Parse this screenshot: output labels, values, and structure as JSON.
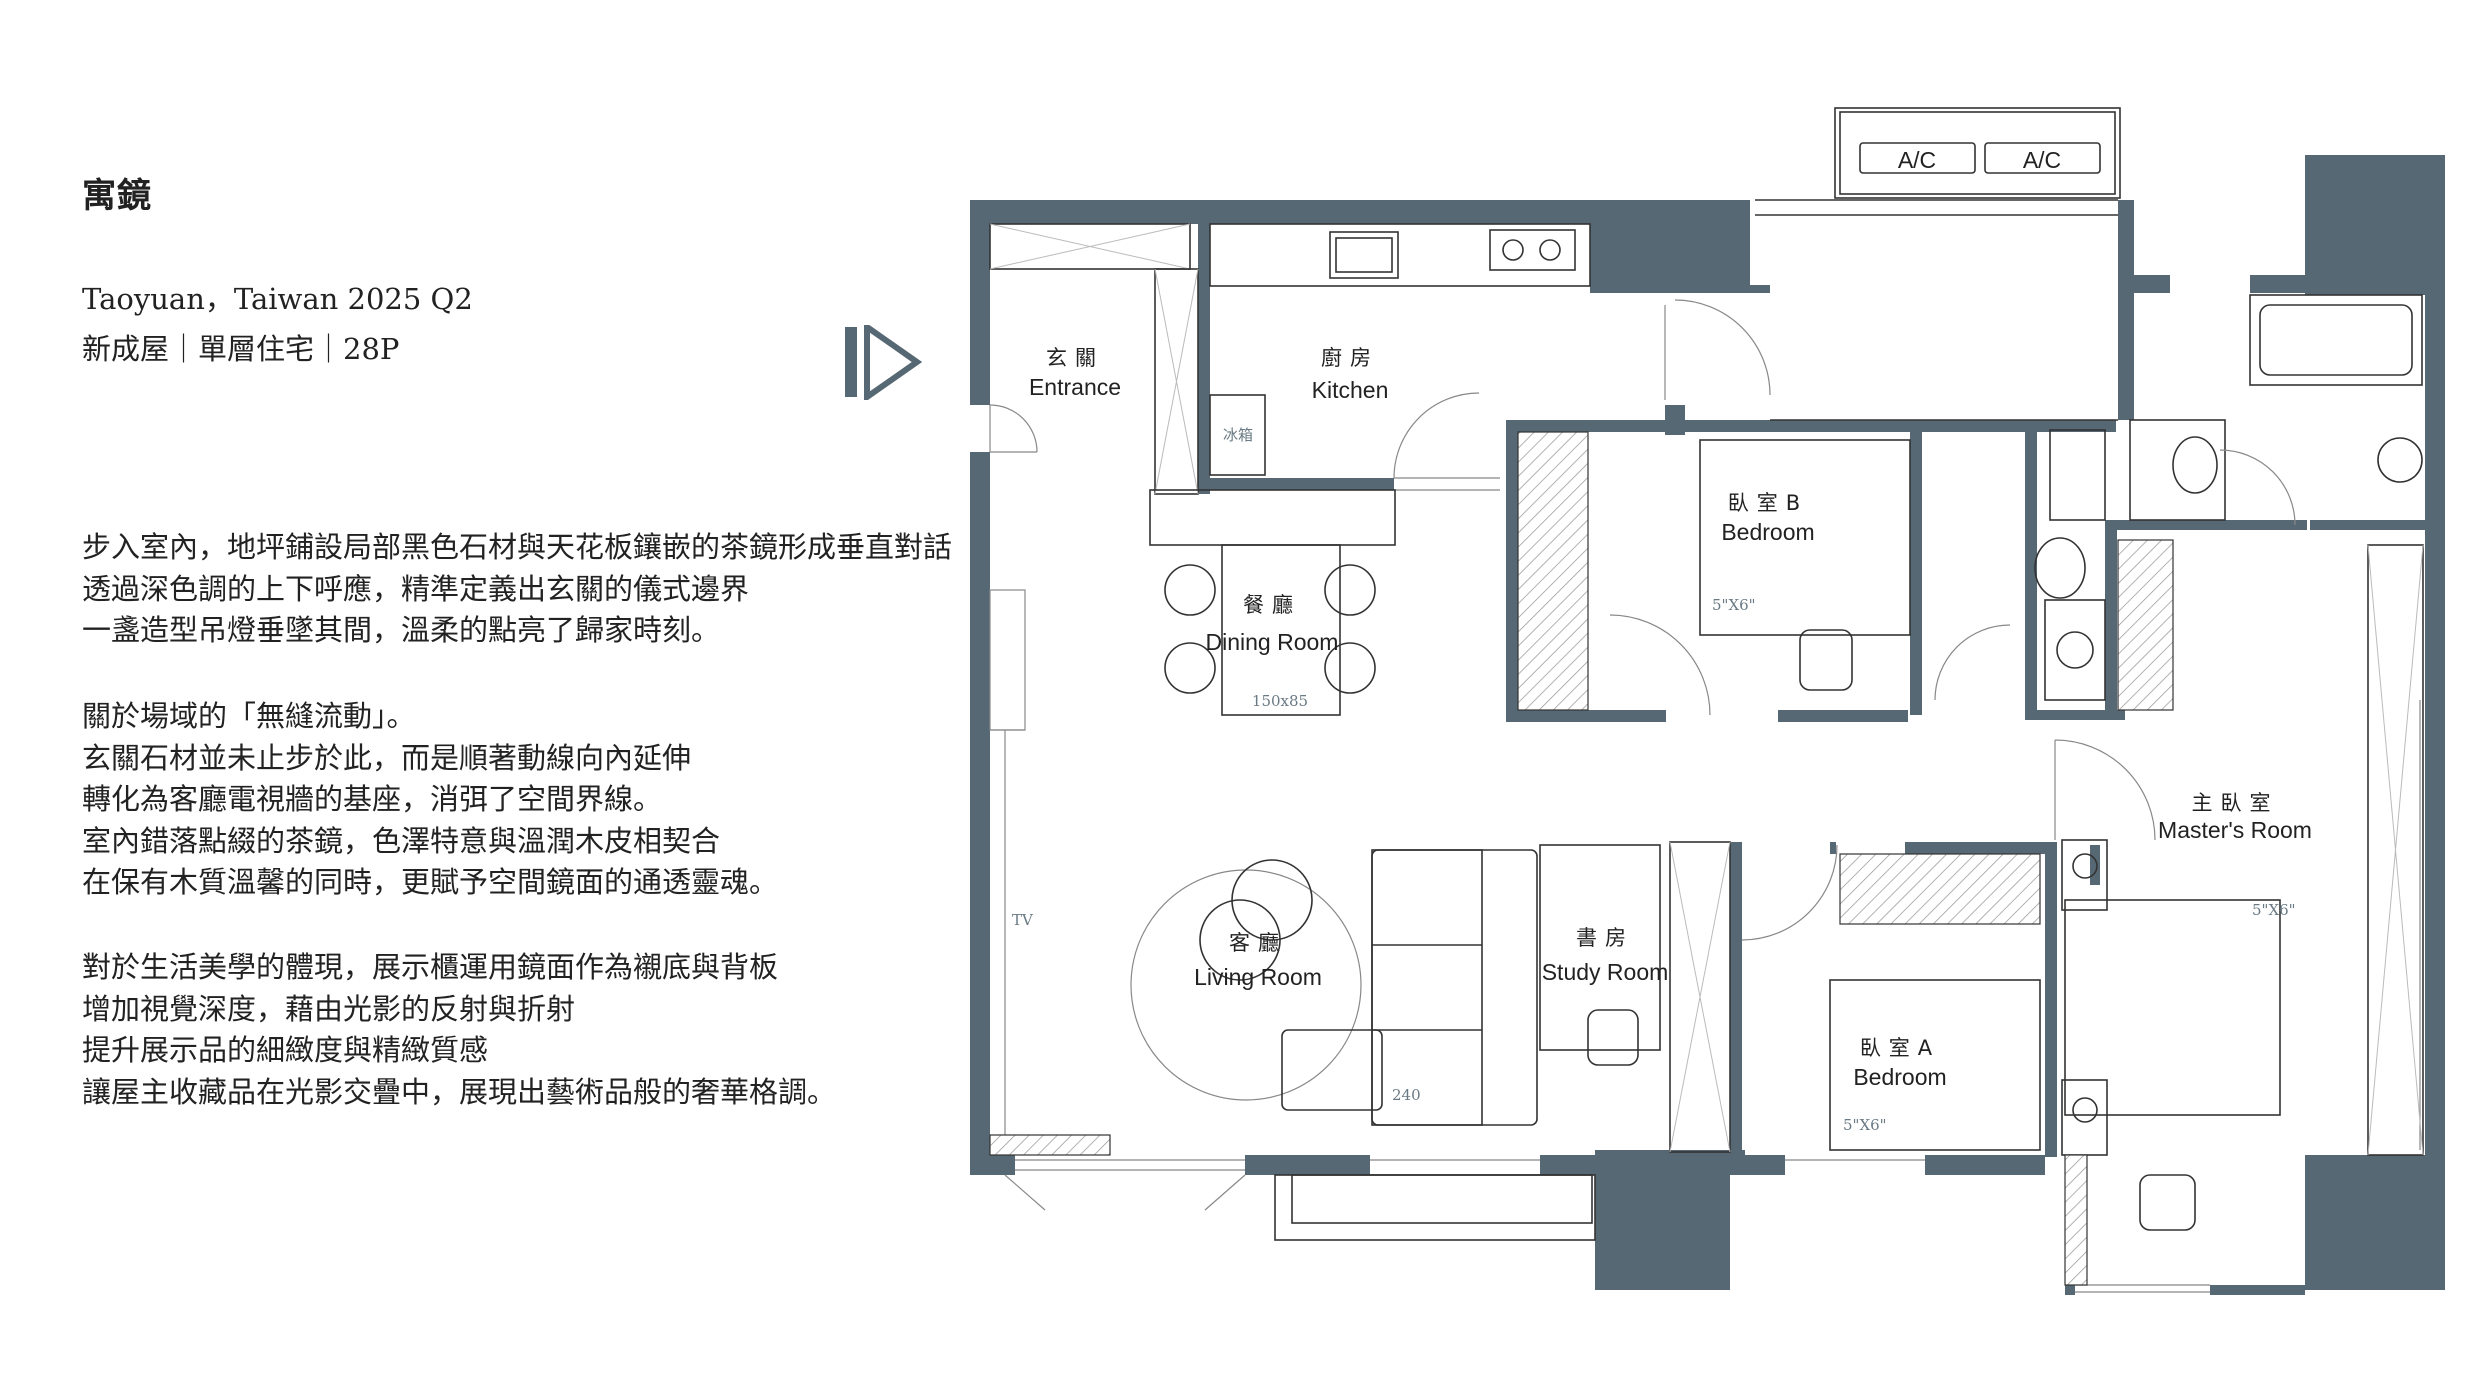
{
  "project": {
    "title": "寓鏡",
    "location": "Taoyuan，Taiwan 2025 Q2",
    "meta": "新成屋｜單層住宅｜28P"
  },
  "description": {
    "paragraph1": [
      "步入室內，地坪鋪設局部黑色石材與天花板鑲嵌的茶鏡形成垂直對話",
      "透過深色調的上下呼應，精準定義出玄關的儀式邊界",
      "一盞造型吊燈垂墜其間，溫柔的點亮了歸家時刻。"
    ],
    "paragraph2": [
      "關於場域的「無縫流動」。",
      "玄關石材並未止步於此，而是順著動線向內延伸",
      "轉化為客廳電視牆的基座，消弭了空間界線。",
      "室內錯落點綴的茶鏡，色澤特意與溫潤木皮相契合",
      "在保有木質溫馨的同時，更賦予空間鏡面的通透靈魂。"
    ],
    "paragraph3": [
      "對於生活美學的體現，展示櫃運用鏡面作為襯底與背板",
      "增加視覺深度，藉由光影的反射與折射",
      "提升展示品的細緻度與精緻質感",
      "讓屋主收藏品在光影交疊中，展現出藝術品般的奢華格調。"
    ]
  },
  "floorplan": {
    "wall_color": "#566874",
    "rooms": {
      "entrance": {
        "zh": "玄關",
        "en": "Entrance"
      },
      "kitchen": {
        "zh": "廚房",
        "en": "Kitchen"
      },
      "dining": {
        "zh": "餐廳",
        "en": "Dining Room"
      },
      "living": {
        "zh": "客廳",
        "en": "Living Room"
      },
      "study": {
        "zh": "書房",
        "en": "Study Room"
      },
      "bedroom_b": {
        "zh": "臥室B",
        "en": "Bedroom"
      },
      "bedroom_a": {
        "zh": "臥室A",
        "en": "Bedroom"
      },
      "master": {
        "zh": "主臥室",
        "en": "Master's Room"
      }
    },
    "ac_units": [
      "A/C",
      "A/C"
    ],
    "annotations": {
      "table_size": "150x85",
      "tv": "TV",
      "sofa_size": "240",
      "bed_b_size": "5\"X6\"",
      "bed_a_size": "5\"X6\"",
      "bed_master_size": "5\"X6\"",
      "fridge": "冰箱"
    }
  }
}
